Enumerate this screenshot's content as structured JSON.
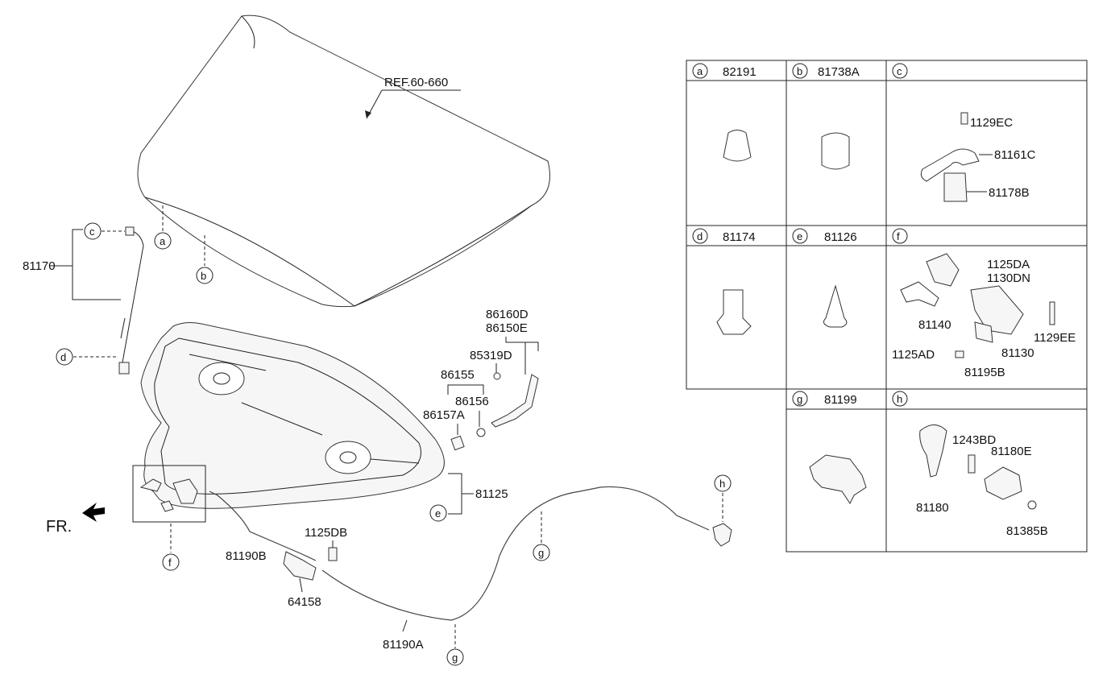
{
  "callouts": {
    "a": "a",
    "b": "b",
    "c": "c",
    "d": "d",
    "e": "e",
    "f": "f",
    "g": "g",
    "h": "h"
  },
  "main_labels": {
    "ref": "REF.60-660",
    "p81170": "81170",
    "p86160D": "86160D",
    "p86150E": "86150E",
    "p85319D": "85319D",
    "p86155": "86155",
    "p86156": "86156",
    "p86157A": "86157A",
    "p81125": "81125",
    "fr": "FR.",
    "p1125DB": "1125DB",
    "p81190B": "81190B",
    "p64158": "64158",
    "p81190A": "81190A"
  },
  "table": {
    "a": {
      "letter": "a",
      "part": "82191"
    },
    "b": {
      "letter": "b",
      "part": "81738A"
    },
    "c": {
      "letter": "c",
      "part": "",
      "labels": [
        "1129EC",
        "81161C",
        "81178B"
      ]
    },
    "d": {
      "letter": "d",
      "part": "81174"
    },
    "e": {
      "letter": "e",
      "part": "81126"
    },
    "f": {
      "letter": "f",
      "part": "",
      "labels": [
        "1125DA",
        "1130DN",
        "81140",
        "1129EE",
        "81130",
        "1125AD",
        "81195B"
      ]
    },
    "g": {
      "letter": "g",
      "part": "81199"
    },
    "h": {
      "letter": "h",
      "part": "",
      "labels": [
        "1243BD",
        "81180E",
        "81180",
        "81385B"
      ]
    }
  }
}
